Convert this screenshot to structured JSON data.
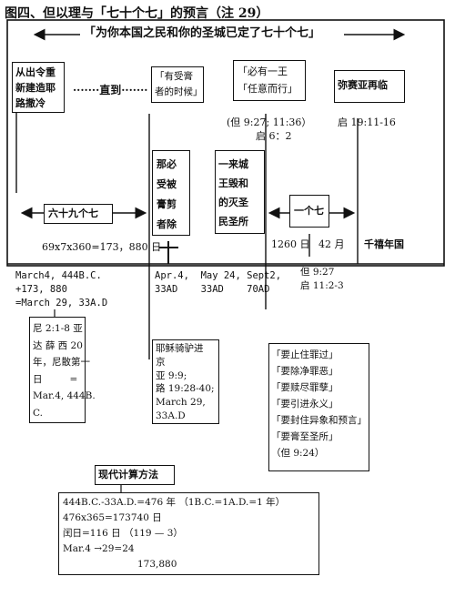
{
  "title": "图四、但以理与「七十个七」的预言（注 29）",
  "banner": "「为你本国之民和你的圣城已定了七十个七」",
  "decree_box": [
    "从出令重",
    "新建造耶",
    "路撒冷"
  ],
  "until_label": "·······直到·······",
  "anointed_box": [
    "「有受膏",
    "者的时候」"
  ],
  "king_box": [
    "「必有一王",
    "「任意而行」"
  ],
  "messiah_return": "弥赛亚再临",
  "ref_dan_9_27": "(但 9:27; 11:36）",
  "ref_rev_6_2": "启 6：2",
  "ref_rev_19": "启 19:11-16",
  "cutoff_box": [
    "那必",
    "受被",
    "膏剪",
    "者除"
  ],
  "destroy_box": [
    "一来城",
    "王毁和",
    "的灭圣",
    "民圣所"
  ],
  "sixty_nine": "六十九个七",
  "one_seven": "一个七",
  "calc_69": "69x7x360=173，880 日",
  "period_1260": "1260 日",
  "period_42": "42 月",
  "millennium": "千禧年国",
  "dates_left": [
    "March4, 444B.C.",
    "+173, 880",
    "=March 29, 33A.D"
  ],
  "dates_mid_top": "Apr.4,  May 24, Sept2,",
  "dates_mid_bottom": "33AD    33AD    70AD",
  "refs_right": [
    "但 9:27",
    "启 11:2-3"
  ],
  "nehemiah_box": [
    "尼 2:1-8 亚",
    "达 薛 西 20",
    "年，尼散第一",
    "日         =",
    "Mar.4, 444B.",
    "C."
  ],
  "jesus_box": [
    "耶稣骑驴进",
    "京",
    "亚 9:9;",
    "路 19:28-40;",
    "March 29,",
    "33A.D"
  ],
  "purpose_box": [
    "「要止住罪过」",
    "「要除净罪恶」",
    "「要赎尽罪孽」",
    "「要引进永义」",
    "「要封住异象和预言」",
    "「要膏至圣所」",
    "（但 9:24）"
  ],
  "method_label": "现代计算方法",
  "method_box": [
    "444B.C.-33A.D.=476 年 （1B.C.=1A.D.=1 年）",
    "476x365=173740 日",
    "闰日=116 日 （119 — 3）",
    "Mar.4 →29=24",
    "173,880"
  ]
}
